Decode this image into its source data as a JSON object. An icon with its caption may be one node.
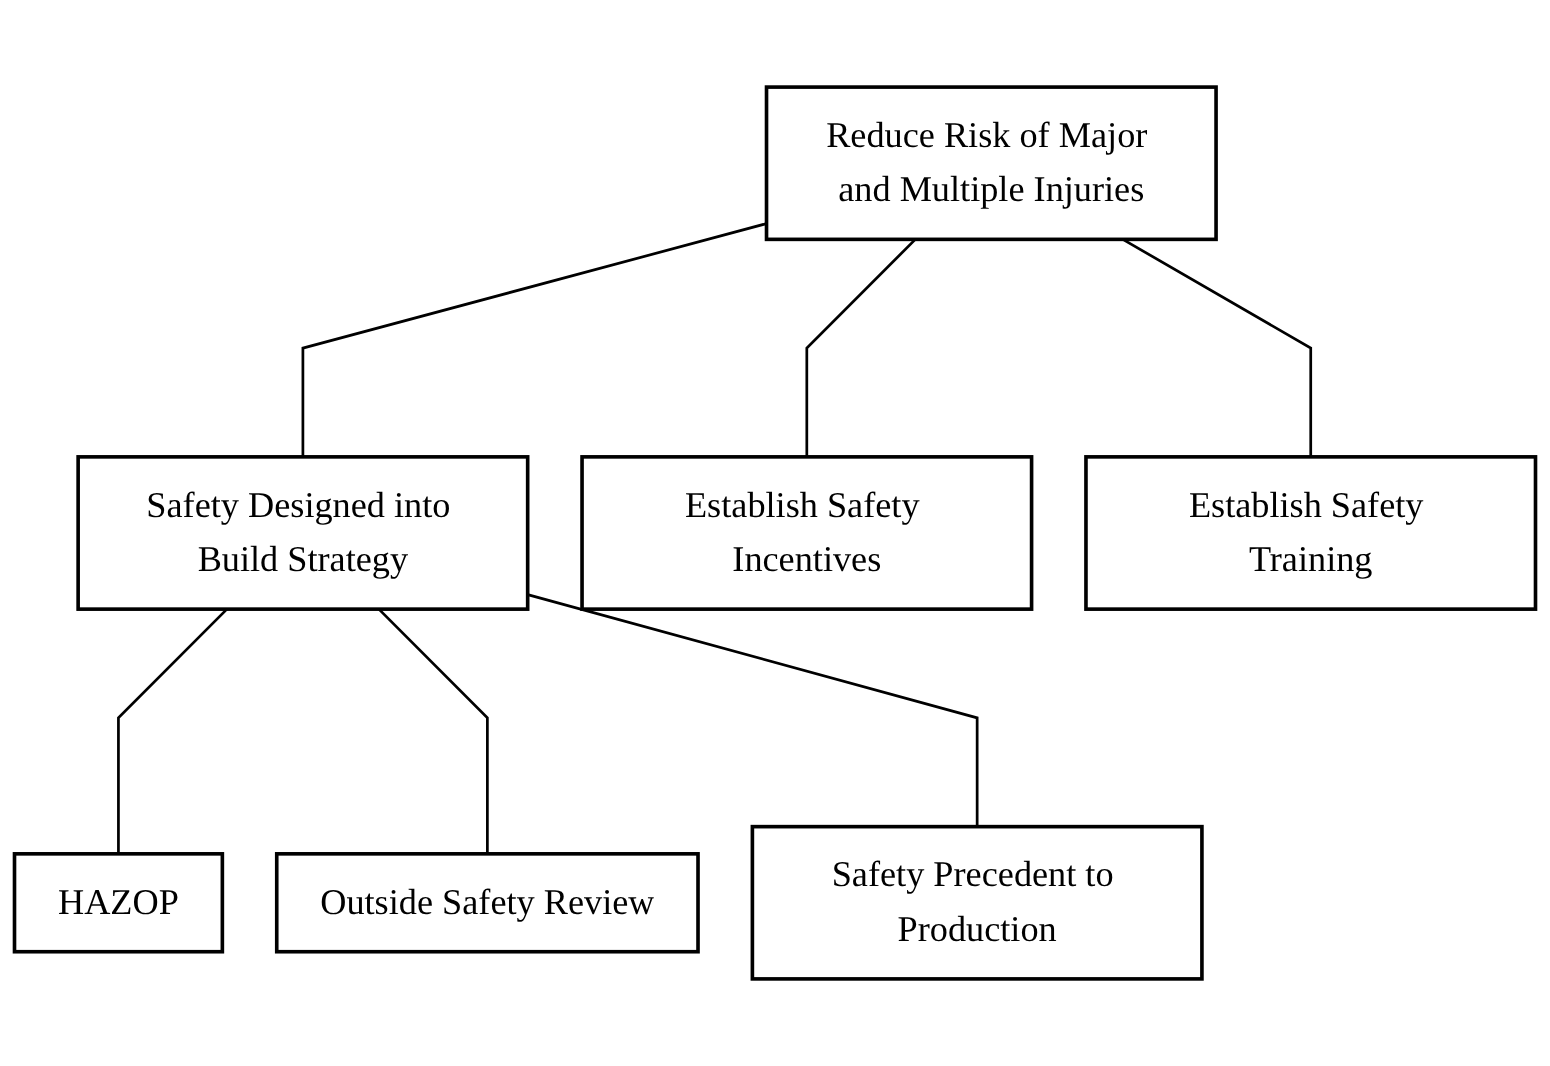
{
  "diagram": {
    "nodes": [
      {
        "text": [
          "Reduce Risk of Major and Multiple Injuries"
        ]
      },
      {
        "text": [
          "Safety Designed into Build Strategy"
        ]
      },
      {
        "text": [
          "Establish Safety Incentives"
        ]
      },
      {
        "text": [
          "Establish Safety Training"
        ]
      },
      {
        "text": [
          "HAZOP"
        ]
      },
      {
        "text": [
          "Outside Safety Review"
        ]
      },
      {
        "text": [
          "Safety Precedent to Production"
        ]
      }
    ],
    "edges": [
      {
        "from": 0,
        "to": 1,
        "arrow": "none"
      },
      {
        "from": 0,
        "to": 2,
        "arrow": "none"
      },
      {
        "from": 0,
        "to": 3,
        "arrow": "none"
      },
      {
        "from": 1,
        "to": 4,
        "arrow": "none"
      },
      {
        "from": 1,
        "to": 5,
        "arrow": "none"
      },
      {
        "from": 1,
        "to": 6,
        "arrow": "none"
      }
    ]
  }
}
